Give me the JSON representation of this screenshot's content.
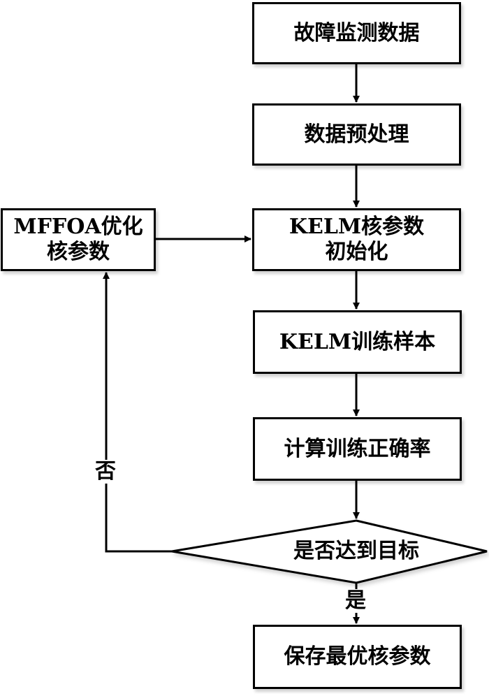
{
  "nodes": {
    "fault_data": "故障监测数据",
    "preprocess": "数据预处理",
    "kelm_init_line1": "KELM核参数",
    "kelm_init_line2": "初始化",
    "mffoa_line1": "MFFOA优化",
    "mffoa_line2": "核参数",
    "kelm_train": "KELM训练样本",
    "calc_accuracy": "计算训练正确率",
    "decision": "是否达到目标",
    "save_best": "保存最优核参数"
  },
  "edge_labels": {
    "no": "否",
    "yes": "是"
  }
}
